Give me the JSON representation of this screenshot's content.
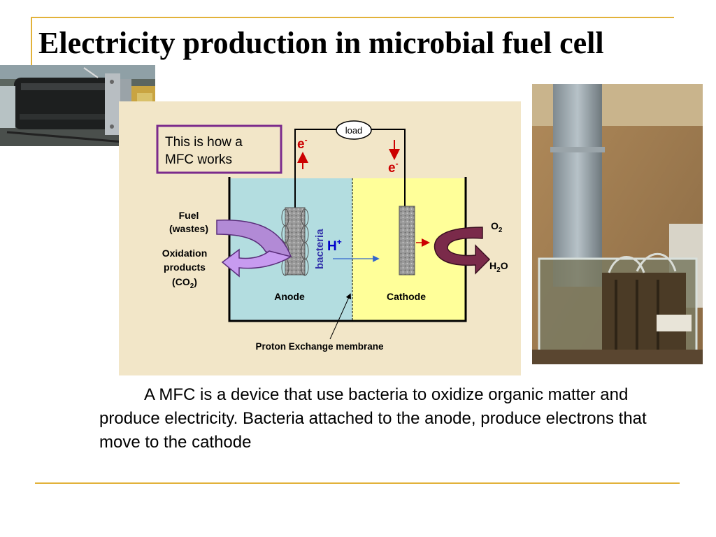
{
  "slide": {
    "title": "Electricity production in microbial fuel cell",
    "caption": "A MFC is a device that use bacteria to oxidize organic matter and produce electricity. Bacteria attached to the anode, produce electrons that move to the cathode"
  },
  "diagram": {
    "callout": [
      "This is how a",
      "MFC works"
    ],
    "load_label": "load",
    "electron": "e",
    "electron_sup": "-",
    "fuel_lines": [
      "Fuel",
      "(wastes)"
    ],
    "oxidation_lines": [
      "Oxidation",
      "products"
    ],
    "co2_prefix": "(CO",
    "co2_sub": "2",
    "co2_suffix": ")",
    "bacteria_label": "bacteria",
    "proton": "H",
    "proton_sup": "+",
    "o2": "O",
    "o2_sub": "2",
    "h2o_h": "H",
    "h2o_sub": "2",
    "h2o_o": "O",
    "anode_label": "Anode",
    "cathode_label": "Cathode",
    "membrane_label": "Proton Exchange membrane"
  },
  "colors": {
    "accent_line": "#e2b23a",
    "anode_chamber": "#b3dde0",
    "cathode_chamber": "#ffff99",
    "diagram_background": "#f2e6c8",
    "callout_border": "#7b2a8c",
    "electron_arrow": "#cc0000",
    "proton_text": "#0000cc",
    "bacteria_text": "#3333aa"
  }
}
